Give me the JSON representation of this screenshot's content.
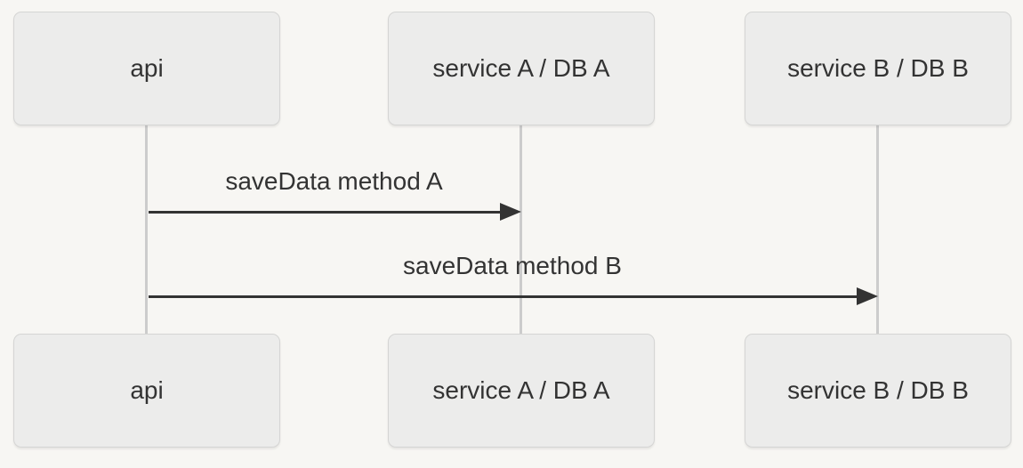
{
  "diagram": {
    "type": "sequence-diagram",
    "participants": [
      {
        "label": "api"
      },
      {
        "label": "service A / DB A"
      },
      {
        "label": "service B / DB B"
      }
    ],
    "messages": [
      {
        "from": "api",
        "to": "service A / DB A",
        "label": "saveData method A",
        "arrow_style": "solid-line-filled-head"
      },
      {
        "from": "api",
        "to": "service B / DB B",
        "label": "saveData method B",
        "arrow_style": "solid-line-filled-head"
      }
    ],
    "colors": {
      "background": "#f7f6f3",
      "actor_fill": "#ececeb",
      "actor_border": "#d5d5d4",
      "lifeline": "#cccccc",
      "arrow": "#333333",
      "text": "#333333"
    }
  }
}
